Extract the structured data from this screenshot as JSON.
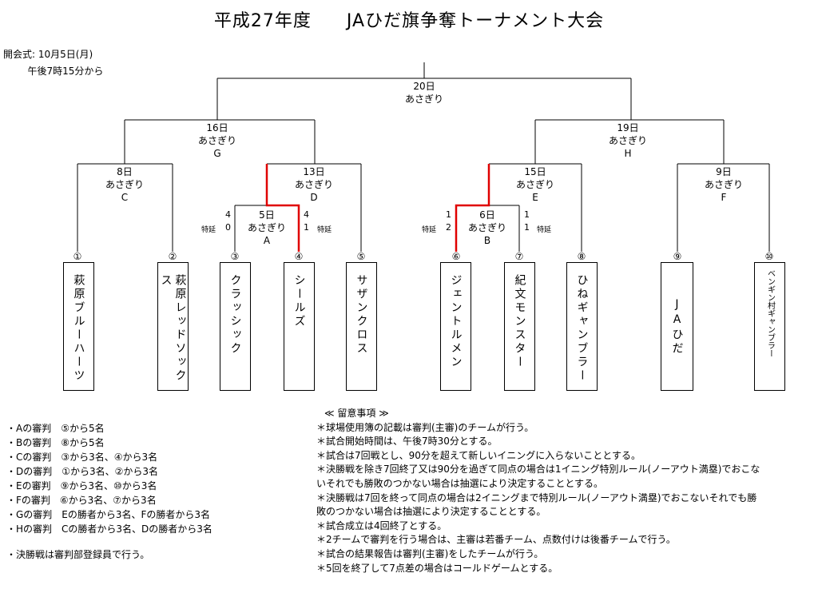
{
  "title": {
    "left": "平成27年度",
    "right": "JAひだ旗争奪トーナメント大会"
  },
  "opening": {
    "label": "開会式:",
    "date": "10月5日(月)",
    "time": "午後7時15分から"
  },
  "bracket": {
    "final": {
      "date": "20日",
      "venue": "あさぎり",
      "code": ""
    },
    "semi_left": {
      "date": "16日",
      "venue": "あさぎり",
      "code": "G"
    },
    "semi_right": {
      "date": "19日",
      "venue": "あさぎり",
      "code": "H"
    },
    "qf_C": {
      "date": "8日",
      "venue": "あさぎり",
      "code": "C"
    },
    "qf_D": {
      "date": "13日",
      "venue": "あさぎり",
      "code": "D"
    },
    "qf_E": {
      "date": "15日",
      "venue": "あさぎり",
      "code": "E"
    },
    "qf_F": {
      "date": "9日",
      "venue": "あさぎり",
      "code": "F"
    },
    "r1_A": {
      "date": "5日",
      "venue": "あさぎり",
      "code": "A",
      "left_score": [
        "4",
        "0"
      ],
      "right_score": [
        "4",
        "1"
      ],
      "left_tag": "特延",
      "right_tag": "特延"
    },
    "r1_B": {
      "date": "6日",
      "venue": "あさぎり",
      "code": "B",
      "left_score": [
        "1",
        "2"
      ],
      "right_score": [
        "1",
        "1"
      ],
      "left_tag": "特延",
      "right_tag": "特延"
    }
  },
  "teams": [
    {
      "num": "①",
      "name": "萩原ブルーハーツ"
    },
    {
      "num": "②",
      "name": "萩原レッドソックス"
    },
    {
      "num": "③",
      "name": "クラッシック"
    },
    {
      "num": "④",
      "name": "シールズ"
    },
    {
      "num": "⑤",
      "name": "サザンクロス"
    },
    {
      "num": "⑥",
      "name": "ジェントルメン"
    },
    {
      "num": "⑦",
      "name": "紀文モンスター"
    },
    {
      "num": "⑧",
      "name": "ひねギャンブラー"
    },
    {
      "num": "⑨",
      "name": "JAひだ"
    },
    {
      "num": "⑩",
      "name": "ベンギン村ギャンブラー"
    }
  ],
  "colors": {
    "line": "#000000",
    "winner": "#e00000"
  },
  "umpires": [
    "・Aの審判　⑤から5名",
    "・Bの審判　⑧から5名",
    "・Cの審判　③から3名、④から3名",
    "・Dの審判　①から3名、②から3名",
    "・Eの審判　⑨から3名、⑩から3名",
    "・Fの審判　⑥から3名、⑦から3名",
    "・Gの審判　Eの勝者から3名、Fの勝者から3名",
    "・Hの審判　Cの勝者から3名、Dの勝者から3名"
  ],
  "final_note": "・決勝戦は審判部登録員で行う。",
  "notes": {
    "heading": "≪ 留意事項 ≫",
    "items": [
      "＊球場使用簿の記載は審判(主審)のチームが行う。",
      "＊試合開始時間は、午後7時30分とする。",
      "＊試合は7回戦とし、90分を超えて新しいイニングに入らないこととする。",
      "＊決勝戦を除き7回終了又は90分を過ぎて同点の場合は1イニング特別ルール(ノーアウト満塁)でおこないそれでも勝敗のつかない場合は抽選により決定することとする。",
      "＊決勝戦は7回を終って同点の場合は2イニングまで特別ルール(ノーアウト満塁)でおこないそれでも勝敗のつかない場合は抽選により決定することとする。",
      "＊試合成立は4回終了とする。",
      "＊2チームで審判を行う場合は、主審は若番チーム、点数付けは後番チームで行う。",
      "＊試合の結果報告は審判(主審)をしたチームが行う。",
      "＊5回を終了して7点差の場合はコールドゲームとする。"
    ]
  }
}
